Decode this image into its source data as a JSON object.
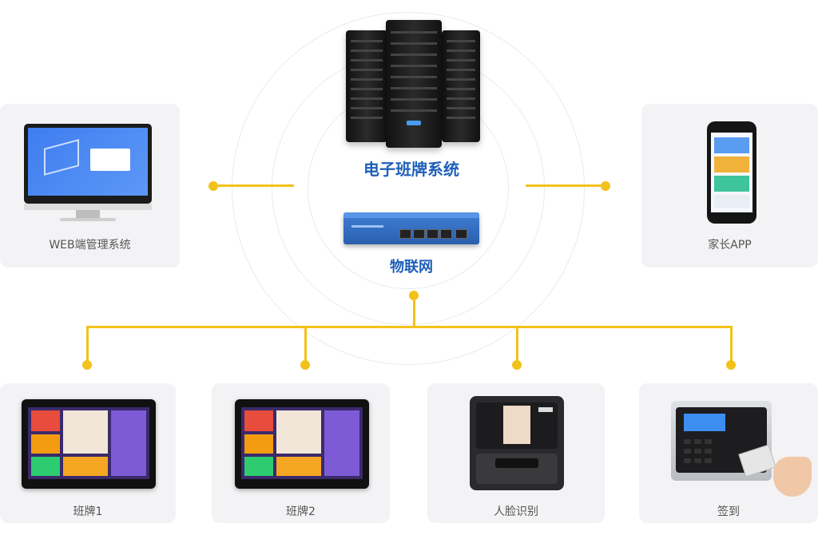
{
  "center": {
    "system_title": "电子班牌系统",
    "iot_title": "物联网"
  },
  "left_card": {
    "label": "WEB端管理系统"
  },
  "right_card": {
    "label": "家长APP"
  },
  "bottom_cards": [
    {
      "label": "班牌1"
    },
    {
      "label": "班牌2"
    },
    {
      "label": "人脸识别"
    },
    {
      "label": "签到"
    }
  ],
  "colors": {
    "connector": "#f2c21b",
    "title_blue": "#1f5fb8",
    "card_bg": "#f3f3f5"
  },
  "icons": [
    "server-icon",
    "network-switch-icon",
    "monitor-icon",
    "phone-icon",
    "tablet-icon",
    "face-terminal-icon",
    "attendance-machine-icon"
  ]
}
